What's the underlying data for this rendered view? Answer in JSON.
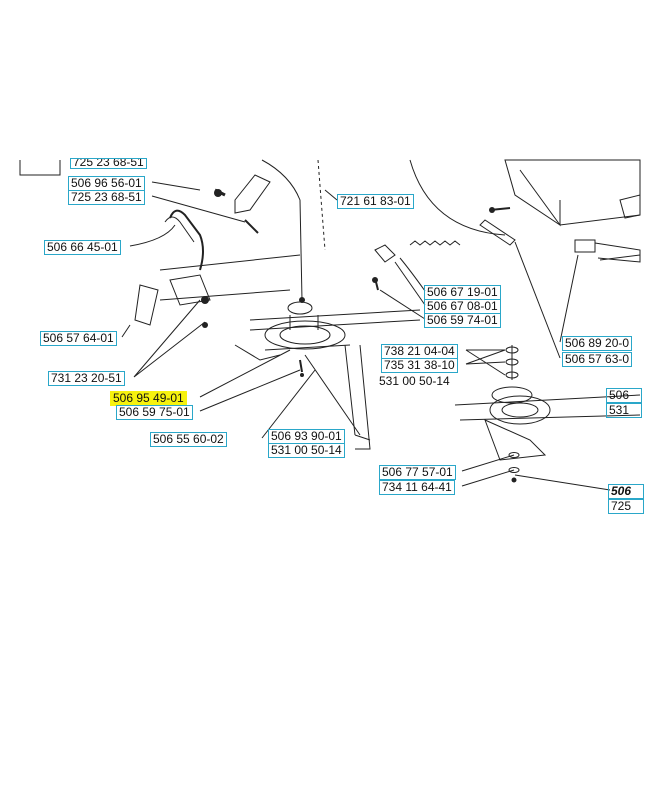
{
  "colors": {
    "label_border": "#2aa7c9",
    "highlight": "#f6f20f",
    "ink": "#222222"
  },
  "labels": {
    "top_cut": "725 23 68-51",
    "p_506965601": "506 96 56-01",
    "p_725236851": "725 23 68-51",
    "p_721618301": "721 61 83-01",
    "p_506664501": "506 66 45-01",
    "p_506671901": "506 67 19-01",
    "p_506670801": "506 67 08-01",
    "p_506597401": "506 59 74-01",
    "p_506892001": "506 89 20-0",
    "p_506576301": "506 57 63-0",
    "p_506576401": "506 57 64-01",
    "p_738210404": "738 21 04-04",
    "p_735313810": "735 31 38-10",
    "p_531005014a": "531 00 50-14",
    "p_731232051": "731 23 20-51",
    "p_506954901": "506 95 49-01",
    "p_506597501": "506 59 75-01",
    "p_506_right": "506",
    "p_531_right": "531",
    "p_506556002": "506 55 60-02",
    "p_506939001": "506 93 90-01",
    "p_531005014b": "531 00 50-14",
    "p_506775701": "506 77 57-01",
    "p_734116441": "734 11 64-41",
    "p_506_right_bold": "506",
    "p_725_right": "725"
  }
}
